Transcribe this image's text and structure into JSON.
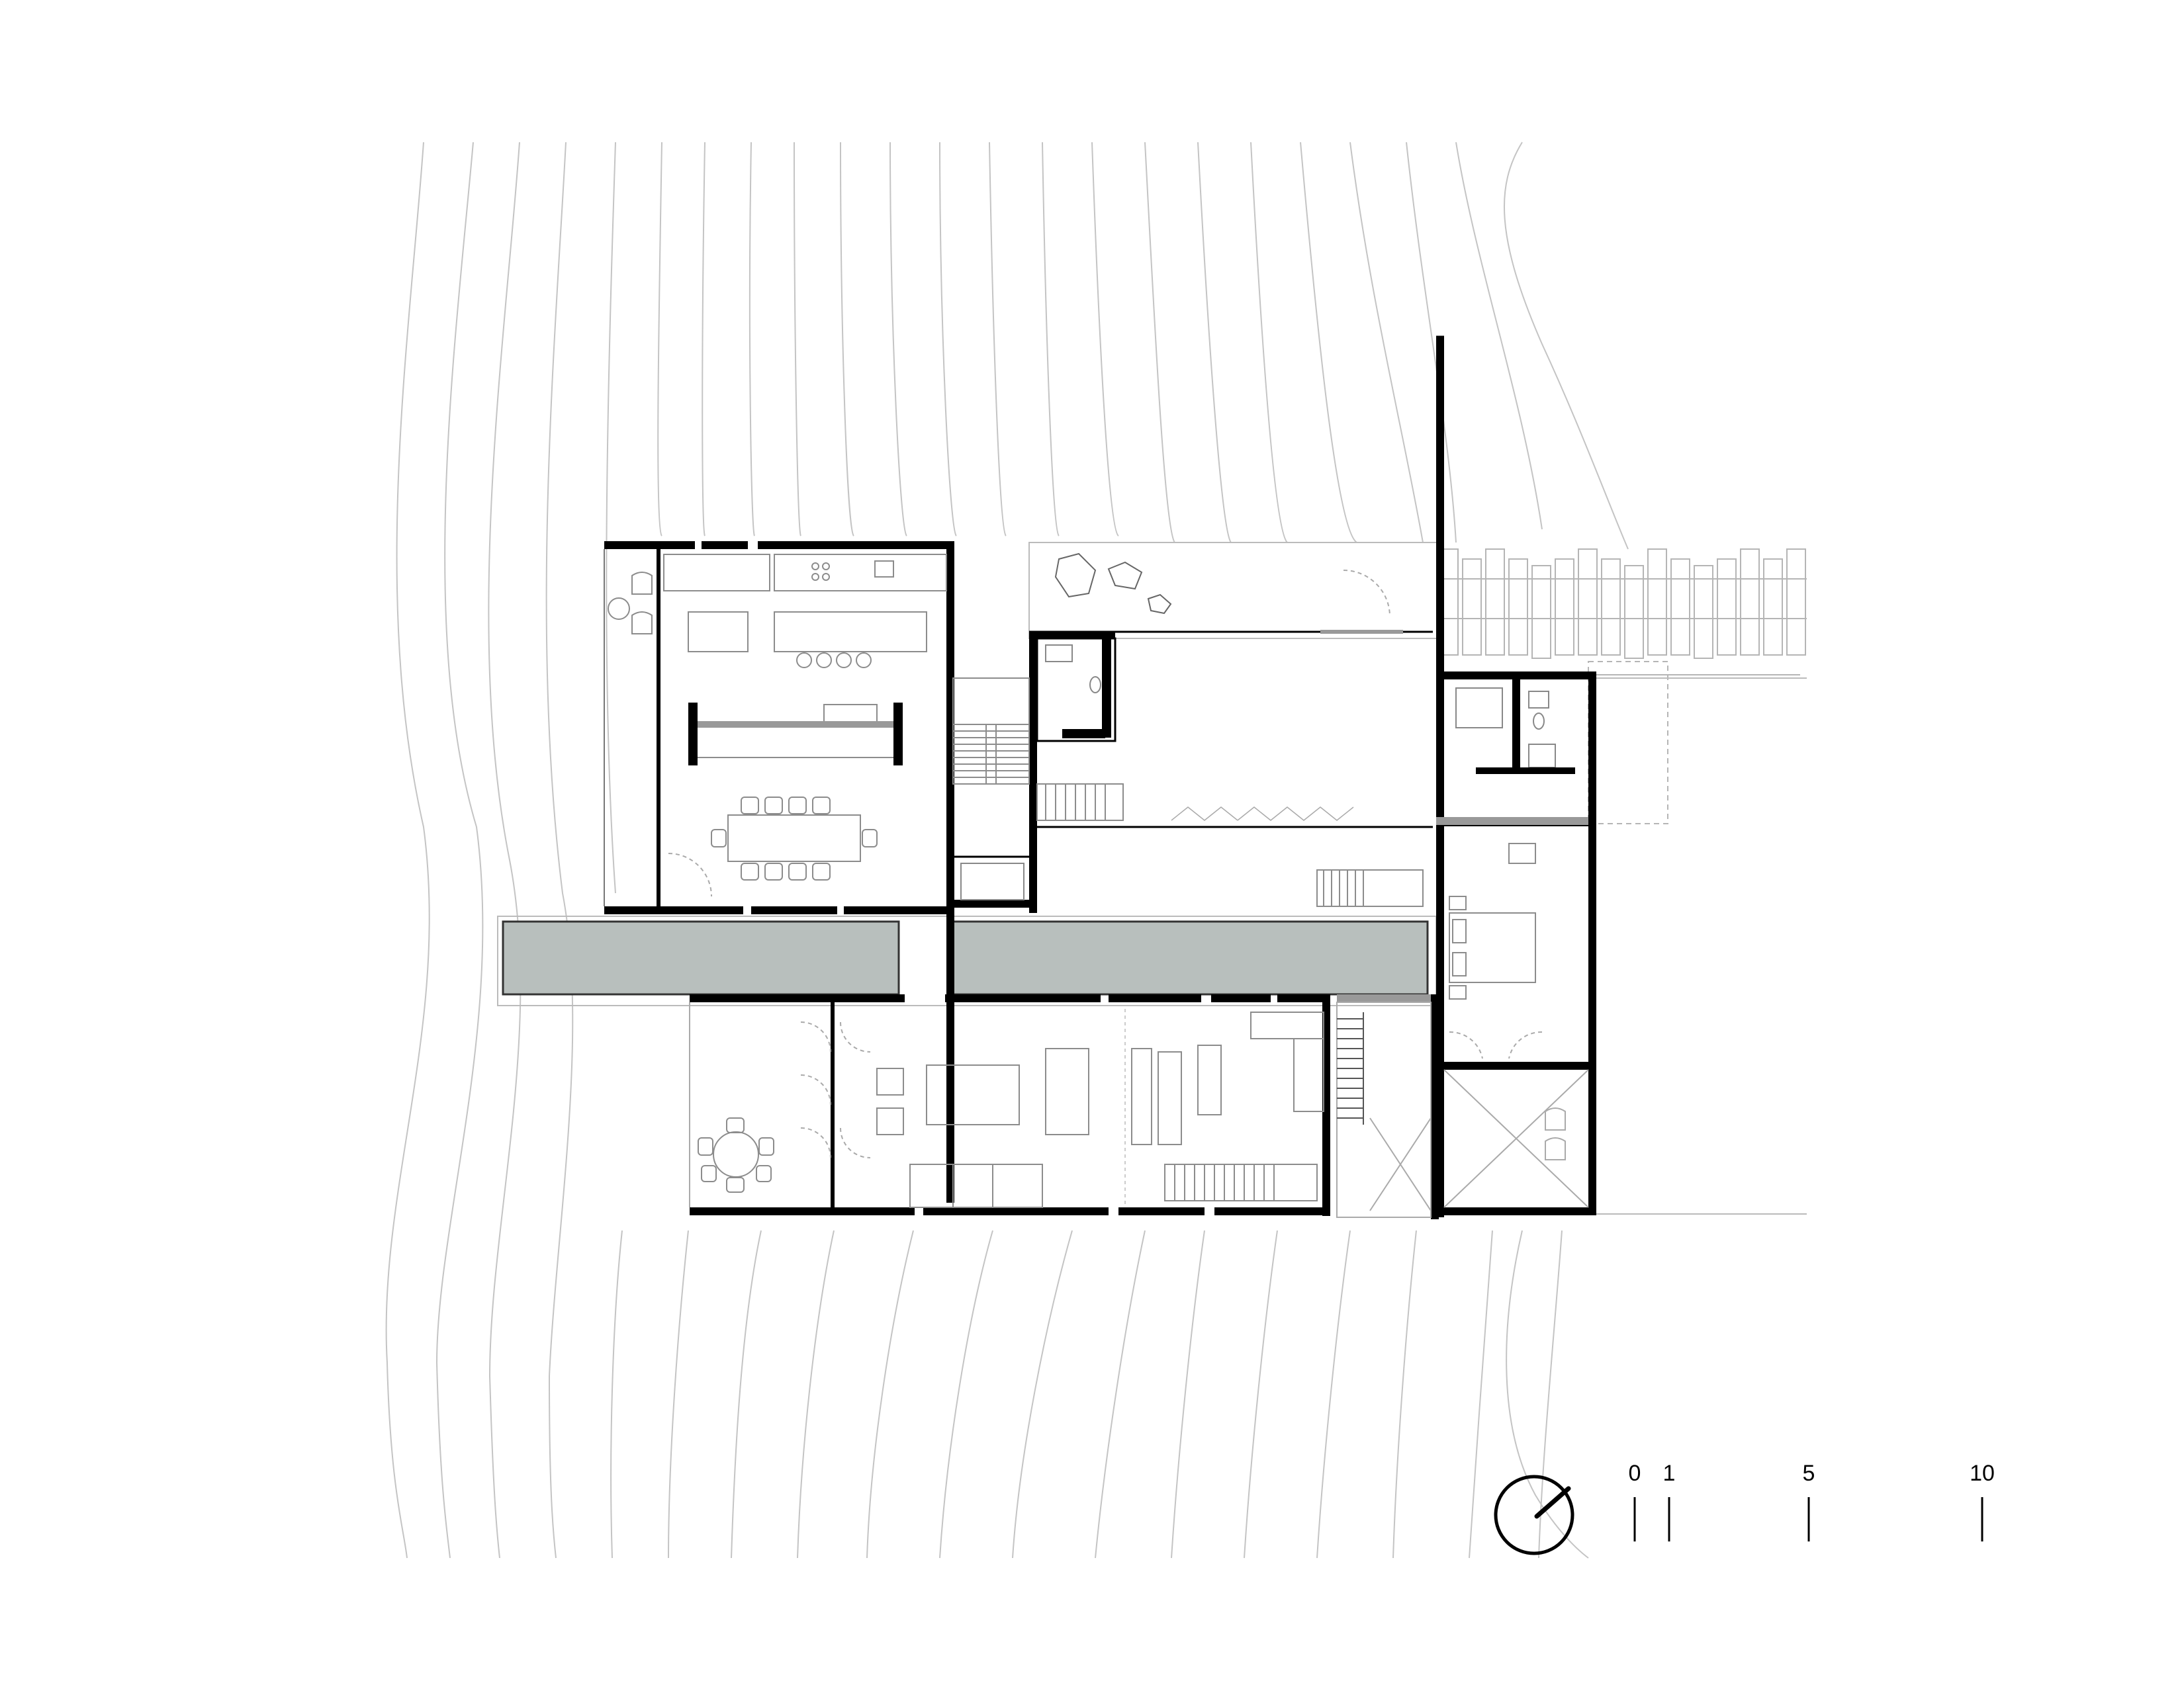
{
  "drawing": {
    "type": "architectural floor plan",
    "scale_bar": {
      "ticks": [
        {
          "label": "0"
        },
        {
          "label": "1"
        },
        {
          "label": "5"
        },
        {
          "label": "10"
        }
      ]
    },
    "colors": {
      "wall": "#000000",
      "contour": "#bfbfbf",
      "furniture": "#8c8c8c",
      "pool": "#b8bfbd",
      "glazing": "#9a9a9a"
    },
    "icons": [
      "north-arrow-icon"
    ]
  }
}
